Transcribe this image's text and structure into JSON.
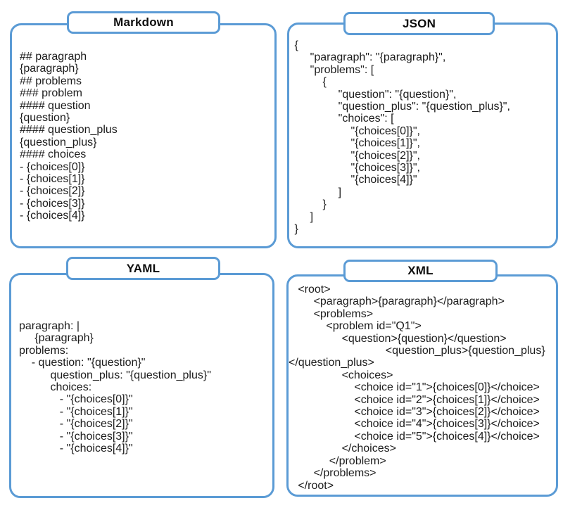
{
  "figure": {
    "description_colors": {
      "panel_border": "#5b9bd5",
      "code_text": "#1c1c1c",
      "tab_text": "#0d0d0d",
      "background": "#ffffff"
    }
  },
  "panels": [
    {
      "id": "markdown",
      "title": "Markdown",
      "code": "## paragraph\n{paragraph}\n## problems\n### problem\n#### question\n{question}\n#### question_plus\n{question_plus}\n#### choices\n- {choices[0]}\n- {choices[1]}\n- {choices[2]}\n- {choices[3]}\n- {choices[4]}"
    },
    {
      "id": "json",
      "title": "JSON",
      "code": " {\n      \"paragraph\": \"{paragraph}\",\n      \"problems\": [\n          {\n               \"question\": \"{question}\",\n               \"question_plus\": \"{question_plus}\",\n               \"choices\": [\n                   \"{choices[0]}\",\n                   \"{choices[1]}\",\n                   \"{choices[2]}\",\n                   \"{choices[3]}\",\n                   \"{choices[4]}\"\n               ]\n          }\n      ]\n }"
    },
    {
      "id": "yaml",
      "title": "YAML",
      "code": "paragraph: |\n     {paragraph}\nproblems:\n    - question: \"{question}\"\n          question_plus: \"{question_plus}\"\n          choices:\n             - \"{choices[0]}\"\n             - \"{choices[1]}\"\n             - \"{choices[2]}\"\n             - \"{choices[3]}\"\n             - \"{choices[4]}\""
    },
    {
      "id": "xml",
      "title": "XML",
      "code": "   <root>\n        <paragraph>{paragraph}</paragraph>\n        <problems>\n            <problem id=\"Q1\">\n                 <question>{question}</question>\n                               <question_plus>{question_plus}\n</question_plus>\n                 <choices>\n                     <choice id=\"1\">{choices[0]}</choice>\n                     <choice id=\"2\">{choices[1]}</choice>\n                     <choice id=\"3\">{choices[2]}</choice>\n                     <choice id=\"4\">{choices[3]}</choice>\n                     <choice id=\"5\">{choices[4]}</choice>\n                 </choices>\n             </problem>\n        </problems>\n   </root>"
    }
  ]
}
